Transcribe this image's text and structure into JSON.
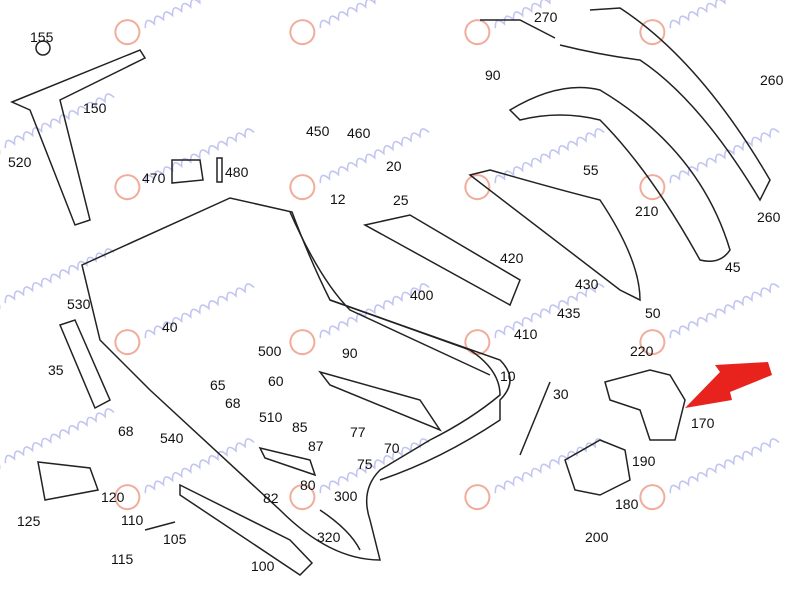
{
  "watermark": "georgakopoulos",
  "highlight_color": "#e8231e",
  "highlighted_part": "170",
  "labels": [
    {
      "id": "155",
      "text": "155"
    },
    {
      "id": "150",
      "text": "150"
    },
    {
      "id": "520",
      "text": "520"
    },
    {
      "id": "470",
      "text": "470"
    },
    {
      "id": "480",
      "text": "480"
    },
    {
      "id": "450",
      "text": "450"
    },
    {
      "id": "460",
      "text": "460"
    },
    {
      "id": "20",
      "text": "20"
    },
    {
      "id": "25",
      "text": "25"
    },
    {
      "id": "12",
      "text": "12"
    },
    {
      "id": "270",
      "text": "270"
    },
    {
      "id": "90a",
      "text": "90"
    },
    {
      "id": "260a",
      "text": "260"
    },
    {
      "id": "55",
      "text": "55"
    },
    {
      "id": "210",
      "text": "210"
    },
    {
      "id": "260b",
      "text": "260"
    },
    {
      "id": "45",
      "text": "45"
    },
    {
      "id": "420",
      "text": "420"
    },
    {
      "id": "430",
      "text": "430"
    },
    {
      "id": "400",
      "text": "400"
    },
    {
      "id": "435",
      "text": "435"
    },
    {
      "id": "50",
      "text": "50"
    },
    {
      "id": "410",
      "text": "410"
    },
    {
      "id": "220",
      "text": "220"
    },
    {
      "id": "10",
      "text": "10"
    },
    {
      "id": "30",
      "text": "30"
    },
    {
      "id": "170",
      "text": "170"
    },
    {
      "id": "190",
      "text": "190"
    },
    {
      "id": "180",
      "text": "180"
    },
    {
      "id": "200",
      "text": "200"
    },
    {
      "id": "530",
      "text": "530"
    },
    {
      "id": "40",
      "text": "40"
    },
    {
      "id": "35",
      "text": "35"
    },
    {
      "id": "68a",
      "text": "68"
    },
    {
      "id": "540",
      "text": "540"
    },
    {
      "id": "500",
      "text": "500"
    },
    {
      "id": "90b",
      "text": "90"
    },
    {
      "id": "65",
      "text": "65"
    },
    {
      "id": "60",
      "text": "60"
    },
    {
      "id": "68b",
      "text": "68"
    },
    {
      "id": "510",
      "text": "510"
    },
    {
      "id": "85",
      "text": "85"
    },
    {
      "id": "77",
      "text": "77"
    },
    {
      "id": "87",
      "text": "87"
    },
    {
      "id": "70",
      "text": "70"
    },
    {
      "id": "75",
      "text": "75"
    },
    {
      "id": "120",
      "text": "120"
    },
    {
      "id": "125",
      "text": "125"
    },
    {
      "id": "80",
      "text": "80"
    },
    {
      "id": "82",
      "text": "82"
    },
    {
      "id": "300",
      "text": "300"
    },
    {
      "id": "110",
      "text": "110"
    },
    {
      "id": "105",
      "text": "105"
    },
    {
      "id": "115",
      "text": "115"
    },
    {
      "id": "320",
      "text": "320"
    },
    {
      "id": "100",
      "text": "100"
    }
  ]
}
